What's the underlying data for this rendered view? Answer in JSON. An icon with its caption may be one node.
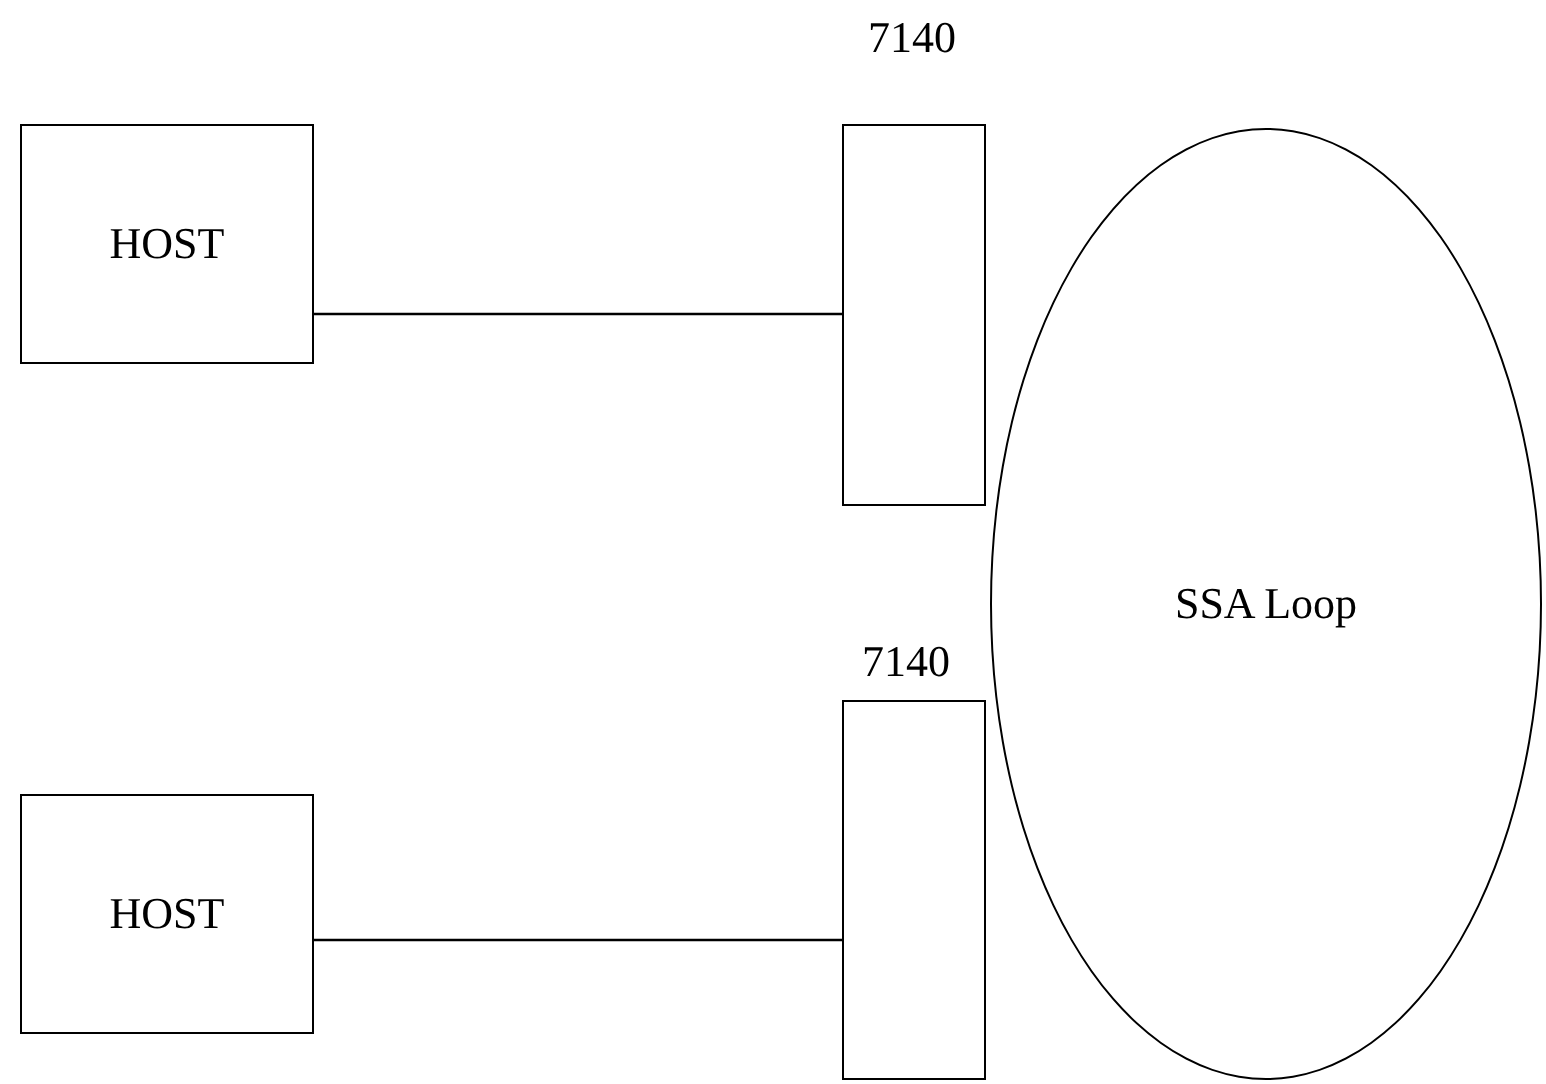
{
  "diagram": {
    "nodes": [
      {
        "text": [
          "HOST"
        ]
      },
      {
        "text": [],
        "shape": "box",
        "beside": [
          "7140"
        ]
      },
      {
        "text": [
          "SSA Loop"
        ]
      },
      {
        "text": [
          "HOST"
        ]
      },
      {
        "text": [],
        "shape": "box",
        "beside": [
          "7140"
        ]
      }
    ],
    "edges": [
      {
        "from": 0,
        "to": 1,
        "arrow": "none"
      },
      {
        "from": 3,
        "to": 4,
        "arrow": "none"
      }
    ]
  }
}
